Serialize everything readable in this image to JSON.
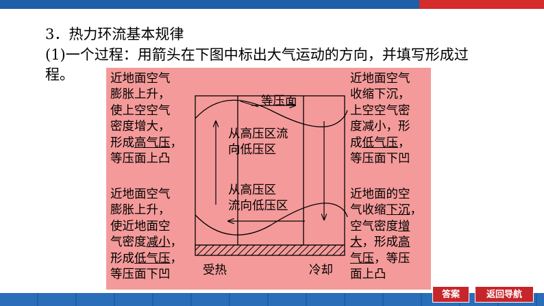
{
  "slide": {
    "heading": "3．热力环流基本规律",
    "line1": "(1)一个过程：用箭头在下图中标出大气运动的方向，并填写形成过",
    "line2": "程。"
  },
  "panel": {
    "left_top": [
      "近地面空气",
      "膨胀上升，",
      "使上空空气",
      "密度增大，"
    ],
    "left_top_5a": "形成",
    "left_top_5b": "高气压",
    "left_top_5c": "，",
    "left_top_6": "等压面上凸",
    "right_top": [
      "近地面空气",
      "收缩下沉，",
      "上空空气密",
      "度减小，形"
    ],
    "right_top_5a": "成",
    "right_top_5b": "低气压",
    "right_top_5c": "，",
    "right_top_6": "等压面下凹",
    "left_bottom_1": "近地面空气",
    "left_bottom_2": "膨胀上升，",
    "left_bottom_3": "使近地面空",
    "left_bottom_4a": "气密度",
    "left_bottom_4b": "减小",
    "left_bottom_4c": "，",
    "left_bottom_5a": "形成",
    "left_bottom_5b": "低气压",
    "left_bottom_5c": "，",
    "left_bottom_6": "等压面下凹",
    "right_bottom_1": "近地面的空",
    "right_bottom_2a": "气收缩",
    "right_bottom_2b": "下沉",
    "right_bottom_2c": "，",
    "right_bottom_3a": "空气密度",
    "right_bottom_3b": "增",
    "right_bottom_4a": "大",
    "right_bottom_4b": "，形成",
    "right_bottom_4c": "高",
    "right_bottom_5a": "气压",
    "right_bottom_5b": "，等压",
    "right_bottom_6": "面上凸"
  },
  "diagram": {
    "isobar_label": "等压面",
    "upper_flow_1": "从高压区流",
    "upper_flow_2": "向低压区",
    "lower_flow_1": "从高压区",
    "lower_flow_2": "流向低压区",
    "heated": "受热",
    "cooled": "冷却"
  },
  "nav": {
    "answer": "答案",
    "back": "返回导航"
  },
  "colors": {
    "panel": "#f49a9a",
    "button": "#c6262b",
    "bar_blue": "#1f5fa8",
    "bar_red": "#d42b2b"
  }
}
